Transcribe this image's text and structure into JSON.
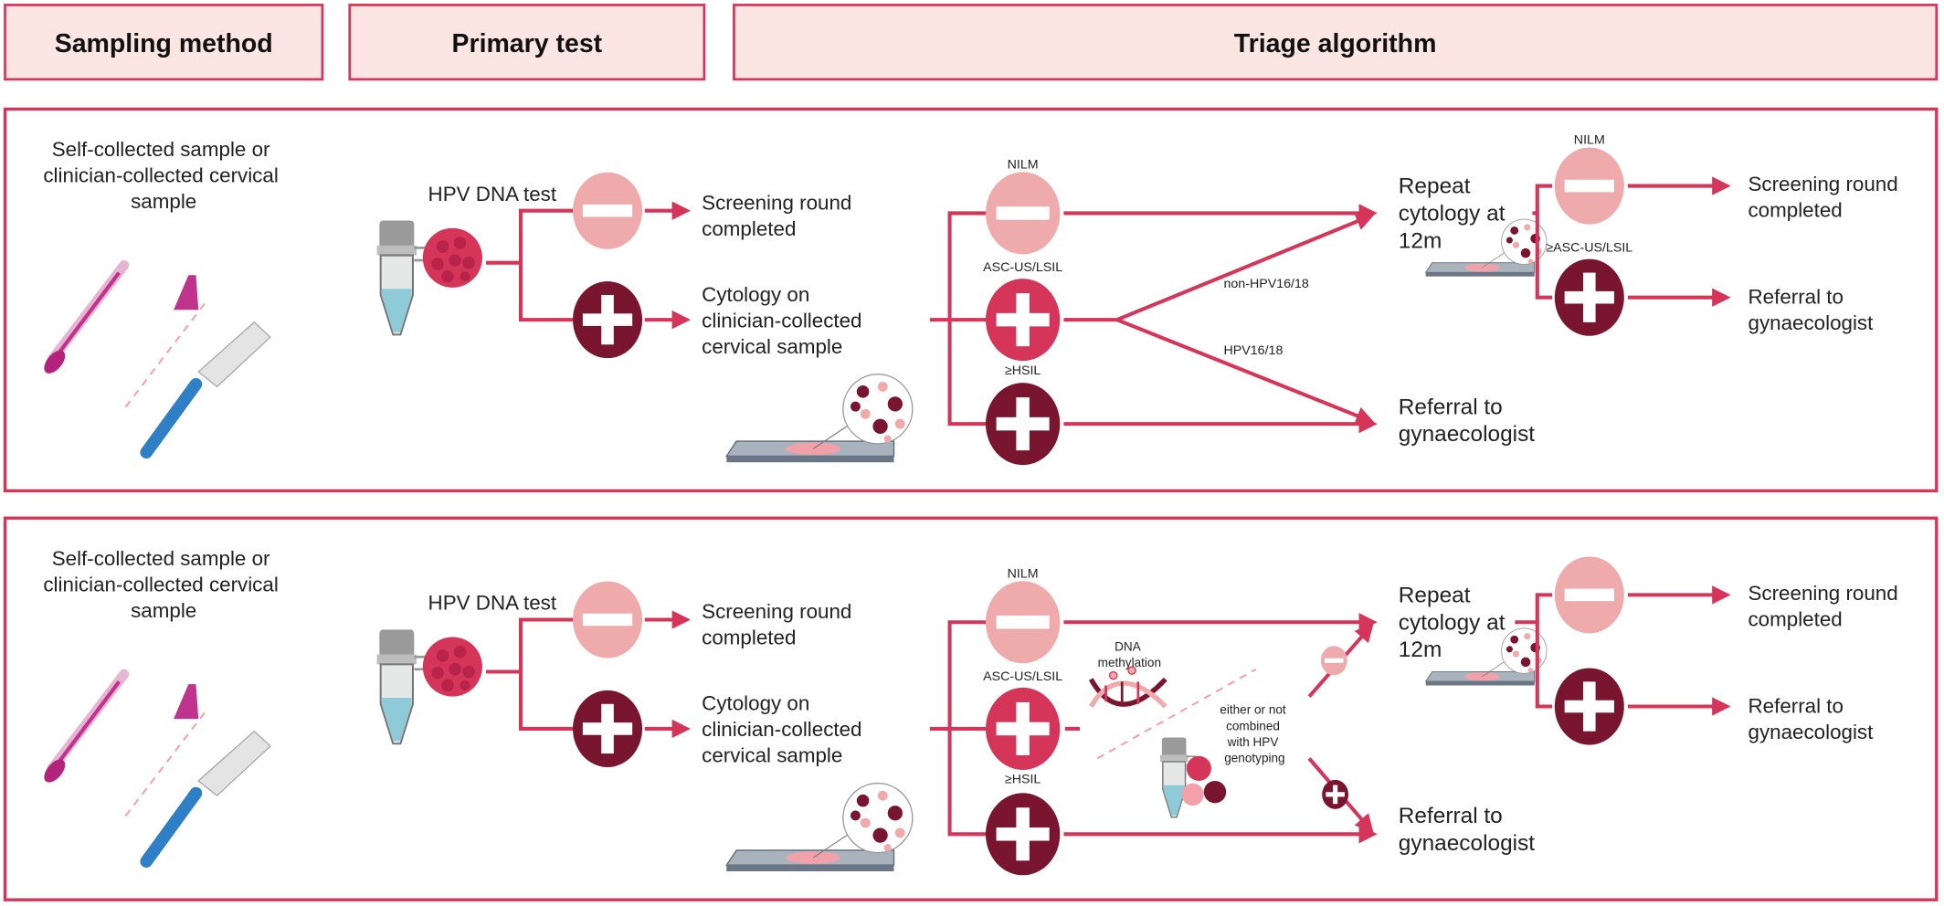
{
  "colors": {
    "accent": "#d6355a",
    "negative": "#efaaab",
    "positive_dark": "#7a1530",
    "header_fill": "#fbe6e3"
  },
  "headers": {
    "sampling_method": "Sampling method",
    "primary_test": "Primary test",
    "triage_algorithm": "Triage algorithm"
  },
  "panels": [
    {
      "sample_text": [
        "Self-collected sample or",
        "clinician-collected cervical",
        "sample"
      ],
      "hpv_test": "HPV DNA test",
      "negative_outcome": [
        "Screening round",
        "completed"
      ],
      "positive_outcome": [
        "Cytology on",
        "clinician-collected",
        "cervical sample"
      ],
      "triage": {
        "nilm": "NILM",
        "ascus_lsil": "ASC-US/LSIL",
        "hsil": "≥HSIL"
      },
      "branches": {
        "non_hpv": "non-HPV16/18",
        "hpv": "HPV16/18"
      },
      "repeat": [
        "Repeat",
        "cytology at",
        "12m"
      ],
      "referral": [
        "Referral to",
        "gynaecologist"
      ],
      "second_triage": {
        "nilm": "NILM",
        "ascus": "≥ASC-US/LSIL"
      },
      "final_negative": [
        "Screening round",
        "completed"
      ],
      "final_positive": [
        "Referral to",
        "gynaecologist"
      ]
    },
    {
      "sample_text": [
        "Self-collected sample or",
        "clinician-collected cervical",
        "sample"
      ],
      "hpv_test": "HPV DNA test",
      "negative_outcome": [
        "Screening round",
        "completed"
      ],
      "positive_outcome": [
        "Cytology on",
        "clinician-collected",
        "cervical sample"
      ],
      "triage": {
        "nilm": "NILM",
        "ascus_lsil": "ASC-US/LSIL",
        "hsil": "≥HSIL"
      },
      "methylation": [
        "DNA",
        "methylation"
      ],
      "genotyping": [
        "either or not",
        "combined",
        "with HPV",
        "genotyping"
      ],
      "repeat": [
        "Repeat",
        "cytology at",
        "12m"
      ],
      "referral": [
        "Referral to",
        "gynaecologist"
      ],
      "final_negative": [
        "Screening round",
        "completed"
      ],
      "final_positive": [
        "Referral to",
        "gynaecologist"
      ]
    }
  ]
}
